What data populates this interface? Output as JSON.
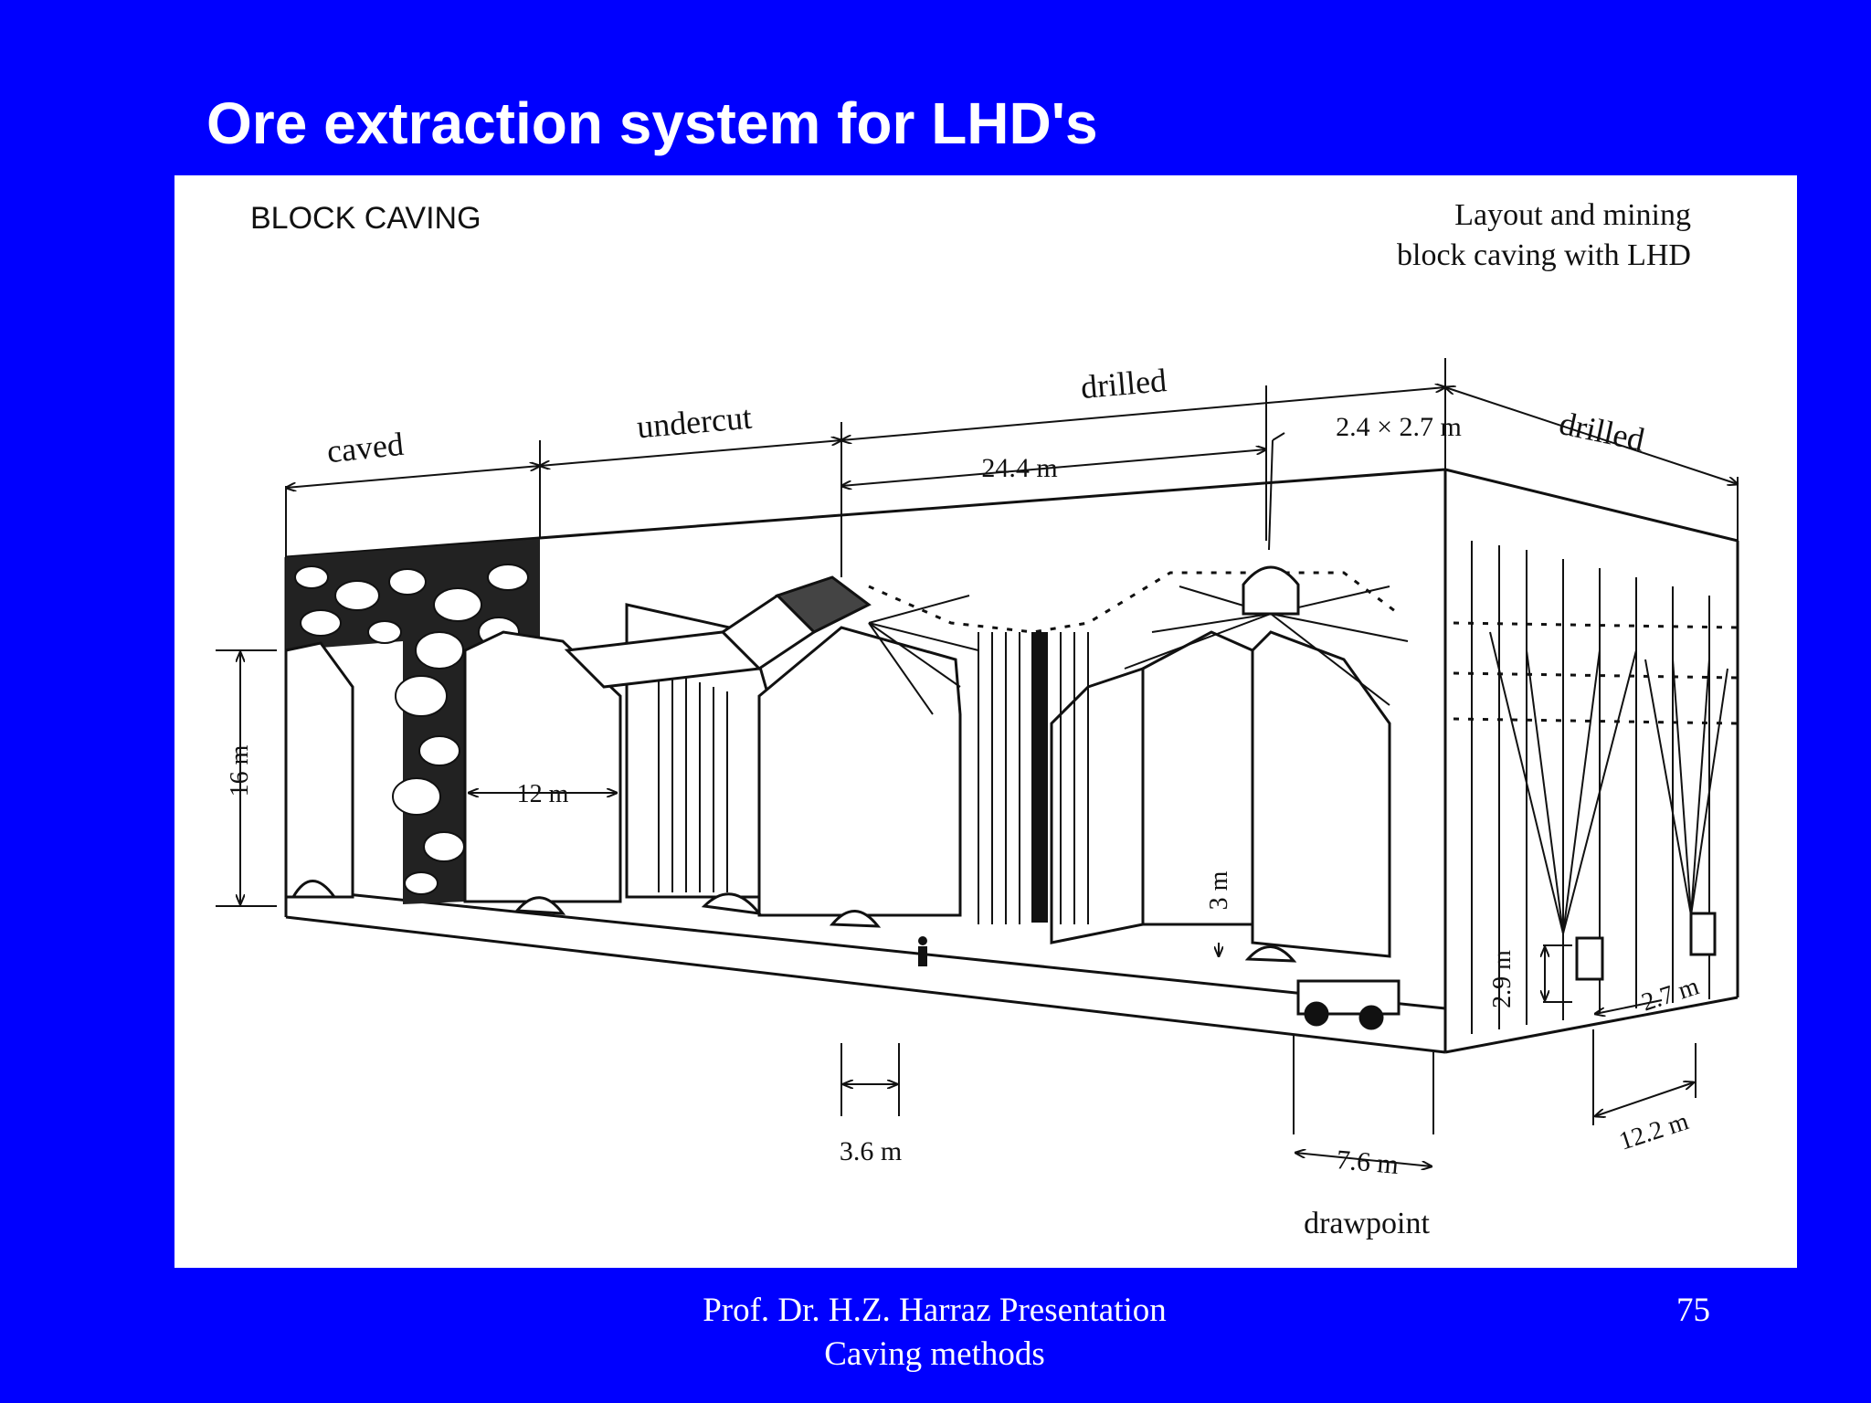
{
  "slide": {
    "title": "Ore extraction system for LHD's",
    "footer_line1": "Prof. Dr. H.Z. Harraz Presentation",
    "footer_line2": "Caving methods",
    "page_number": "75",
    "background_color": "#0000ff"
  },
  "diagram": {
    "heading": "BLOCK CAVING",
    "caption_line1": "Layout and mining",
    "caption_line2": "block caving with LHD",
    "zones": {
      "caved": "caved",
      "undercut": "undercut",
      "drilled_front": "drilled",
      "drilled_side": "drilled"
    },
    "dimensions": {
      "opening": "2.4 × 2.7 m",
      "span": "24.4 m",
      "height": "16 m",
      "width": "12 m",
      "drift_height": "3 m",
      "drift_width": "3.6 m",
      "drawpoint_spacing": "7.6 m",
      "drawpoint_height": "2.9 m",
      "drawpoint_width": "2.7 m",
      "side_spacing": "12.2 m"
    },
    "drawpoint_label": "drawpoint"
  }
}
